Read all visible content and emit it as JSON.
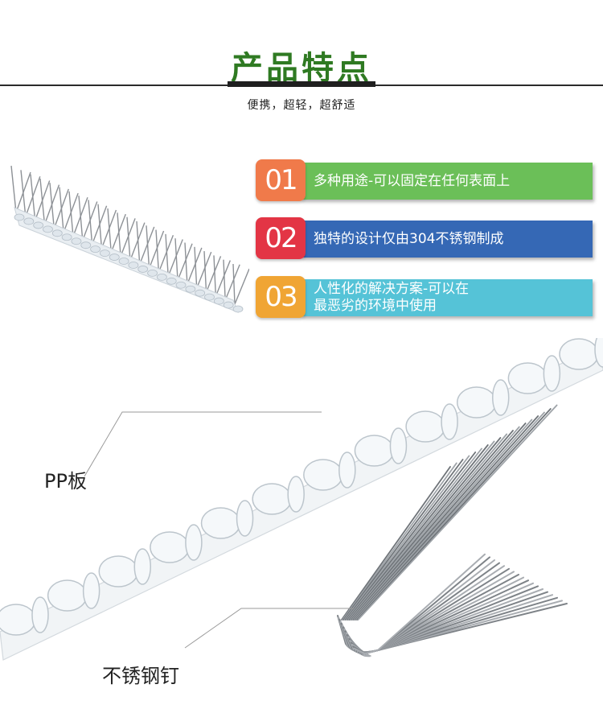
{
  "header": {
    "title": "产品特点",
    "subtitle": "便携，超轻，超舒适"
  },
  "features": [
    {
      "number": "01",
      "text": "多种用途-可以固定在任何表面上",
      "num_color": "#f07a4a",
      "bar_color": "#6bbf58"
    },
    {
      "number": "02",
      "text": "独特的设计仅由304不锈钢制成",
      "num_color": "#e33545",
      "bar_color": "#3568b5"
    },
    {
      "number": "03",
      "text_line1": "人性化的解决方案-可以在",
      "text_line2": "最恶劣的环境中使用",
      "num_color": "#f0a534",
      "bar_color": "#55c3d7"
    }
  ],
  "labels": {
    "pp_board": "PP板",
    "steel_nail": "不锈钢钉"
  }
}
